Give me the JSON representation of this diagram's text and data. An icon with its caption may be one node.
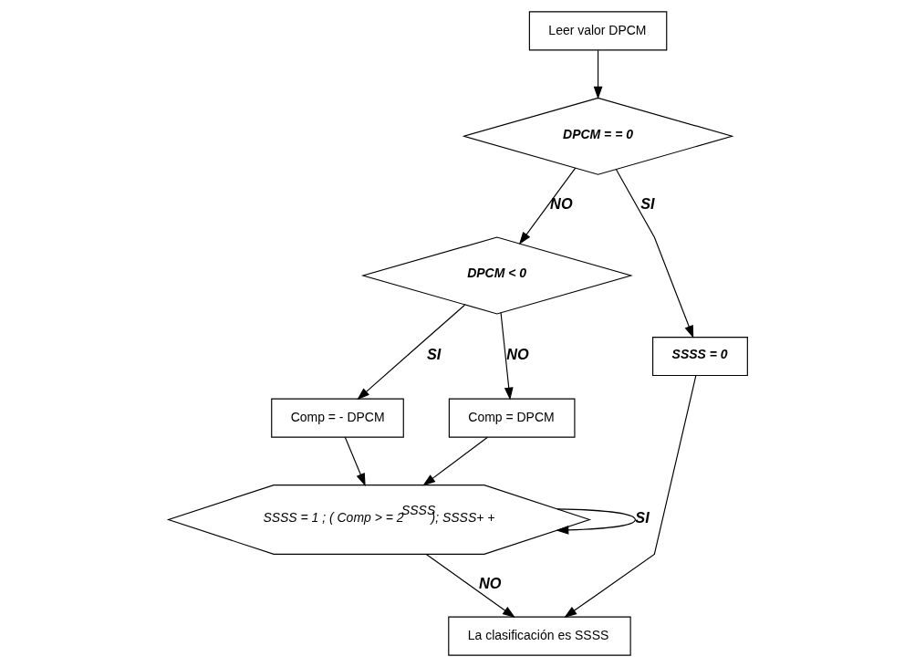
{
  "diagram": {
    "nodes": [
      {
        "text": [
          "Leer valor DPCM"
        ]
      },
      {
        "text": [
          "DPCM = = 0"
        ]
      },
      {
        "text": [
          "DPCM < 0"
        ]
      },
      {
        "text": [
          "Comp = - DPCM"
        ]
      },
      {
        "text": [
          "Comp = DPCM"
        ]
      },
      {
        "text": [
          "SSSS = 0"
        ]
      },
      {
        "text": [
          "SSSS = 1 ; ( Comp > = 2$^{SSSS}$); SSSS+ +"
        ]
      },
      {
        "text": [
          "La clasificación es SSSS"
        ]
      }
    ],
    "edges": [
      {
        "from": 0,
        "to": 1,
        "arrow": "to"
      },
      {
        "from": 1,
        "to": 5,
        "arrow": "to",
        "label": "SI"
      },
      {
        "from": 1,
        "to": 2,
        "arrow": "to",
        "label": "NO"
      },
      {
        "from": 2,
        "to": 3,
        "arrow": "to",
        "label": "SI"
      },
      {
        "from": 2,
        "to": 4,
        "arrow": "to",
        "label": "NO"
      },
      {
        "from": 3,
        "to": 6,
        "arrow": "to"
      },
      {
        "from": 4,
        "to": 6,
        "arrow": "to"
      },
      {
        "from": 6,
        "to": 6,
        "arrow": "to",
        "label": "SI"
      },
      {
        "from": 6,
        "to": 7,
        "arrow": "to",
        "label": "NO"
      },
      {
        "from": 5,
        "to": 7,
        "arrow": "to"
      }
    ]
  }
}
